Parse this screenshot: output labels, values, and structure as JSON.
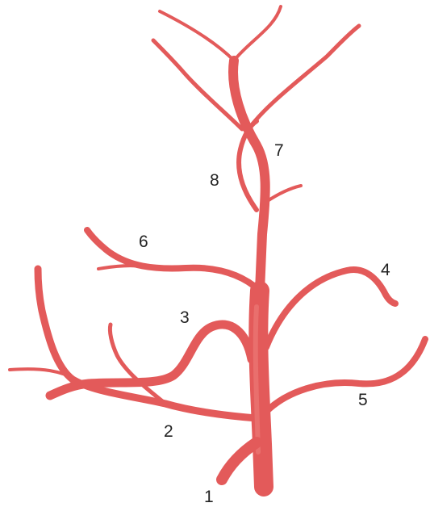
{
  "colors": {
    "vessel": "#e35a5a",
    "vessel_dark": "#c94848",
    "vessel_highlight": "#f08a86",
    "label": "#222222",
    "background": "#ffffff"
  },
  "labels": {
    "l1": "1",
    "l2": "2",
    "l3": "3",
    "l4": "4",
    "l5": "5",
    "l6": "6",
    "l7": "7",
    "l8": "8"
  }
}
